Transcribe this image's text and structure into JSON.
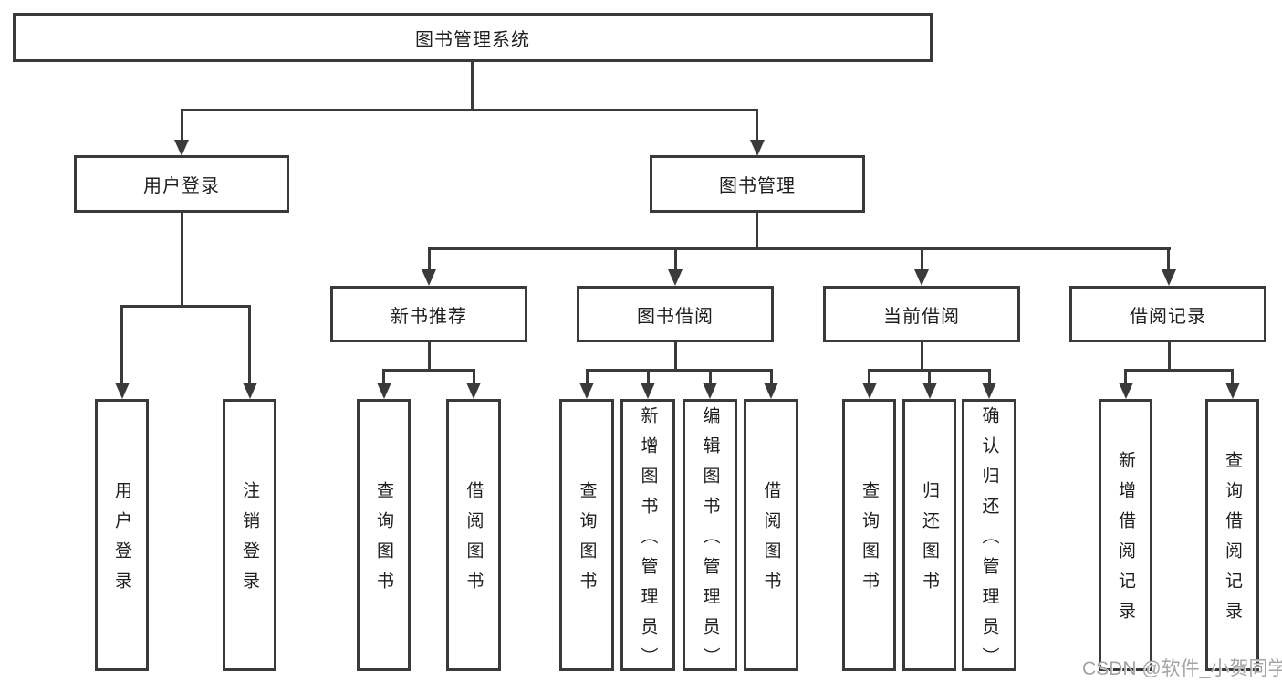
{
  "tree": {
    "root": {
      "label": "图书管理系统",
      "children": [
        {
          "label": "用户登录",
          "children": [
            {
              "label": "用户登录"
            },
            {
              "label": "注销登录"
            }
          ]
        },
        {
          "label": "图书管理",
          "children": [
            {
              "label": "新书推荐",
              "children": [
                {
                  "label": "查询图书"
                },
                {
                  "label": "借阅图书"
                }
              ]
            },
            {
              "label": "图书借阅",
              "children": [
                {
                  "label": "查询图书"
                },
                {
                  "label": "新增图书（管理员）"
                },
                {
                  "label": "编辑图书（管理员）"
                },
                {
                  "label": "借阅图书"
                }
              ]
            },
            {
              "label": "当前借阅",
              "children": [
                {
                  "label": "查询图书"
                },
                {
                  "label": "归还图书"
                },
                {
                  "label": "确认归还（管理员）"
                }
              ]
            },
            {
              "label": "借阅记录",
              "children": [
                {
                  "label": "新增借阅记录"
                },
                {
                  "label": "查询借阅记录"
                }
              ]
            }
          ]
        }
      ]
    }
  },
  "watermark": {
    "text": "CSDN @软件_小贺同学"
  },
  "colors": {
    "line": "#3a3a3a",
    "text": "#1e1e1e",
    "background": "#ffffff",
    "watermark": "#a3a3a3"
  }
}
